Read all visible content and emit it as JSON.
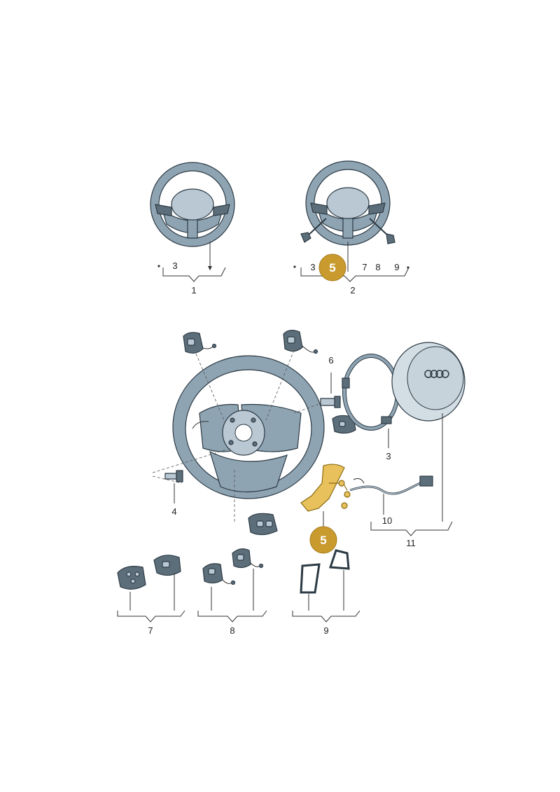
{
  "colors": {
    "badge": "#c99a2e",
    "part": "#8fa4b3",
    "part_dark": "#5d6e7b",
    "highlight": "#e9c15c"
  },
  "labels": {
    "group1_ref": "3",
    "group1_num": "1",
    "group2_ref3": "3",
    "group2_ref7": "7",
    "group2_ref8": "8",
    "group2_ref9": "9",
    "group2_num": "2",
    "bolt_num": "4",
    "screw_num": "6",
    "ring_num": "3",
    "harness_num": "10",
    "airbag_num": "11",
    "buttons_left_num": "7",
    "buttons_right_num": "8",
    "trim_num": "9"
  },
  "badges": {
    "top": "5",
    "middle": "5"
  },
  "icons": {
    "airbag_logo": "four-rings-logo"
  }
}
